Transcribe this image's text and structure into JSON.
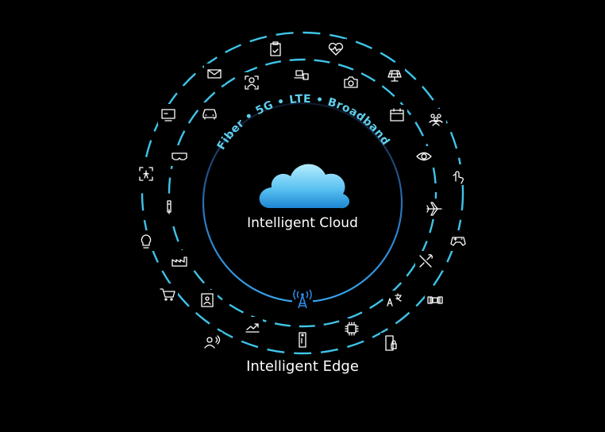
{
  "diagram": {
    "connectivity_label": "Fiber  •  5G  •  LTE  •  Broadband",
    "center_label": "Intelligent Cloud",
    "bottom_label": "Intelligent Edge",
    "colors": {
      "background": "#000000",
      "ring_dash": "#3fc4e8",
      "cloud_light": "#a8e6fb",
      "cloud_dark": "#1f8fd6",
      "tower": "#2f8ce8",
      "accent_text": "#5fd0ee"
    },
    "icons": [
      "clipboard-check-icon",
      "heart-pulse-icon",
      "mail-icon",
      "laptop-network-icon",
      "user-frame-icon",
      "camera-icon",
      "solar-panel-icon",
      "smart-display-icon",
      "car-icon",
      "calendar-icon",
      "team-icon",
      "vr-headset-icon",
      "eye-icon",
      "accessibility-icon",
      "touch-icon",
      "thermostat-icon",
      "airplane-icon",
      "lightbulb-icon",
      "gamepad-icon",
      "factory-icon",
      "tools-icon",
      "cart-icon",
      "id-card-icon",
      "translate-icon",
      "satellite-icon",
      "voice-user-icon",
      "trend-arrow-icon",
      "remote-icon",
      "chip-icon",
      "secure-phone-icon",
      "cell-tower-icon"
    ]
  }
}
